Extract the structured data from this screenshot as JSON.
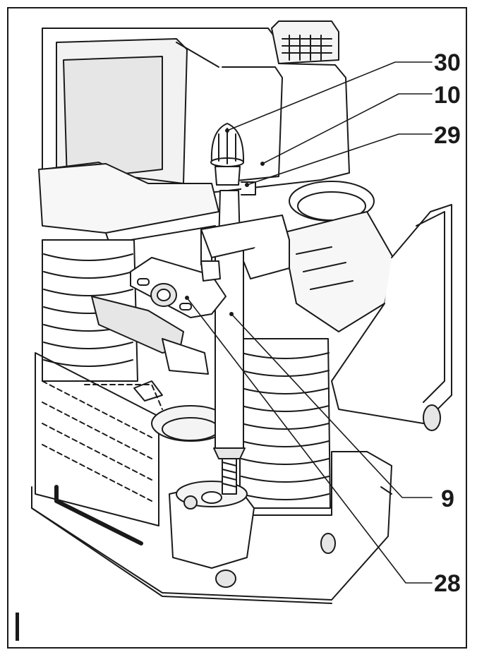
{
  "figure": {
    "letter": "I",
    "labels": {
      "l30": "30",
      "l10": "10",
      "l29": "29",
      "l9": "9",
      "l28": "28"
    }
  },
  "colors": {
    "line": "#1a1a1a",
    "shade": "#e6e6e6",
    "light": "#f4f4f4"
  }
}
